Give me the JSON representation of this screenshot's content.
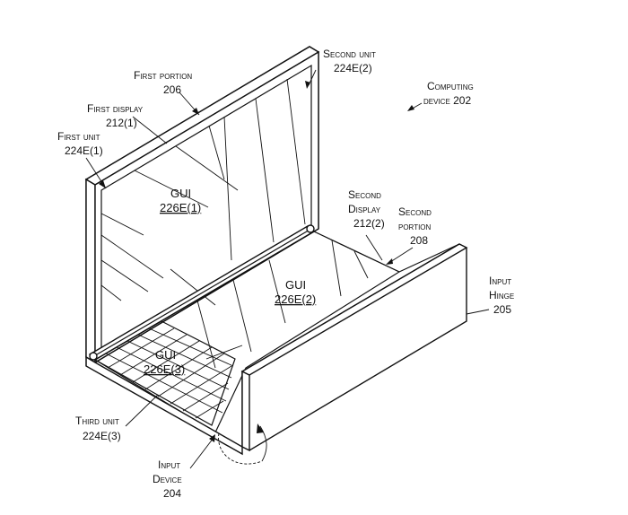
{
  "figure": {
    "labels": {
      "first_portion": {
        "name": "First portion",
        "ref": "206"
      },
      "first_display": {
        "name": "First display",
        "ref": "212(1)"
      },
      "first_unit": {
        "name": "First unit",
        "ref": "224E(1)"
      },
      "second_unit": {
        "name": "Second unit",
        "ref": "224E(2)"
      },
      "computing_device": {
        "name": "Computing",
        "name2": "device 202"
      },
      "second_display": {
        "name": "Second",
        "name2": "Display",
        "ref": "212(2)"
      },
      "second_portion": {
        "name": "Second",
        "name2": "portion",
        "ref": "208"
      },
      "input_hinge": {
        "name": "Input",
        "name2": "Hinge",
        "ref": "205"
      },
      "third_unit": {
        "name": "Third unit",
        "ref": "224E(3)"
      },
      "input_device": {
        "name": "Input",
        "name2": "Device",
        "ref": "204"
      }
    },
    "gui_labels": {
      "gui1": {
        "title": "GUI",
        "ref": "226E(1)"
      },
      "gui2": {
        "title": "GUI",
        "ref": "226E(2)"
      },
      "gui3": {
        "title": "GUI",
        "ref": "226E(3)"
      }
    }
  }
}
